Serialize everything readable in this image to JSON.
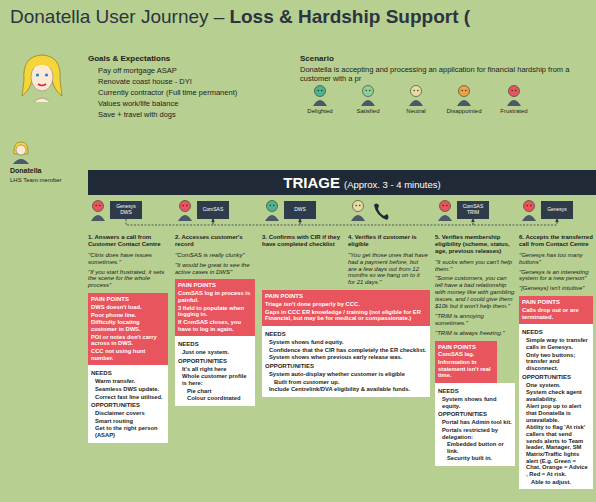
{
  "diagram": {
    "title": "Donatella User Journey –",
    "nodes": [
      {
        "text": [
          "TRIAGE",
          "(Approx. 3 - 4 minutes)"
        ]
      },
      {
        "text": [
          "Genesys DWS"
        ]
      },
      {
        "text": [
          "PAIN POINTS",
          "DWS doesn't load.",
          "Poor phone line.",
          "Difficulty locating customer in DWS.",
          "POI or notes don't carry across in DWS.",
          "CCC not using hunt number."
        ]
      },
      {
        "text": [
          "NEEDS",
          "Warm transfer.",
          "Seamless DWS update.",
          "Correct fast line utilised.",
          "OPPORTUNITIES",
          "Disclaimer covers",
          "Smart routing",
          "Get to the right person (ASAP)"
        ]
      },
      {
        "text": [
          "ComSAS"
        ]
      },
      {
        "text": [
          "PAIN POINTS",
          "ComSAS log in process is painful.",
          "3 field to populate when logging in.",
          "If ComSAS closes, you have to log in again."
        ]
      },
      {
        "text": [
          "NEEDS",
          "Just one system.",
          "OPPORTUNITIES",
          "It's all right here",
          "Whole customer profile is here:",
          "Pie chart",
          "Colour coordinated"
        ]
      },
      {
        "text": [
          "DWS"
        ]
      },
      {
        "text": [
          "PAIN POINTS",
          "Triage isn't done properly by CCC.",
          "Gaps in CCC ER knowledge / training (not eligible for ER Financial, but may be for medical or compassionate.)"
        ]
      },
      {
        "text": [
          "NEEDS",
          "System shows fund equity.",
          "Confidence that the CIR has completely the ER checklist.",
          "System shows when previous early release was.",
          "OPPORTUNITIES",
          "System auto-display whether customer is eligible",
          "Built from customer up.",
          "Include Centrelink/DVA eligibility & available funds."
        ]
      },
      {
        "text": [
          "ComSAS TRIM"
        ]
      },
      {
        "text": [
          "PAIN POINTS",
          "ComSAS lag.",
          "Information in statement isn't real time."
        ]
      },
      {
        "text": [
          "NEEDS",
          "System shows fund equity.",
          "OPPORTUNITIES",
          "Portal has Admin tool kit.",
          "Portals restricted by delegation:",
          "Embedded button or link.",
          "Security built in."
        ]
      },
      {
        "text": [
          "Genesys"
        ]
      },
      {
        "text": [
          "PAIN POINTS",
          "Calls drop out or are terminated."
        ]
      },
      {
        "text": [
          "NEEDS",
          "Simple way to transfer calls in Genesys.",
          "Only two buttons; transfer and disconnect.",
          "OPPORTUNITIES",
          "One system.",
          "System check agent availability.",
          "Alert pop up to alert that Donatella is unavailable.",
          "Ability to flag 'At risk' callers that send sends alerts to Team leader, Manager, SM Matrix/Traffic lights alert (E.g. Green = Chat, Orange = Advice , Red = At risk.",
          "Able to adjust."
        ]
      }
    ],
    "edges": [
      {
        "from": 1,
        "to": 4,
        "arrow": "to"
      },
      {
        "from": 4,
        "to": 7,
        "arrow": "to"
      },
      {
        "from": 7,
        "to": 10,
        "arrow": "to"
      },
      {
        "from": 10,
        "to": 13,
        "arrow": "to"
      }
    ],
    "labels": [
      "Loss & Hardship Support (",
      "Goals & Expectations",
      "Pay off mortgage ASAP",
      "Renovate coast house - DYI",
      "Currently contractor (Full time permanent)",
      "Values work/life balance",
      "Save + travel with dogs",
      "Scenario",
      "Donatella is accepting and processing an application for financial hardship from a customer with a pr",
      "Donatella",
      "LHS Team member",
      "1. Answers a call from Customer Contact Centre",
      "\"Citrix does have issues sometimes.\"",
      "\"If you start frustrated, it sets the scene for the whole process\"",
      "2. Accesses customer's record",
      "\"ComSAS is really clunky\"",
      "\"It would be great to see the active cases in DWS\"",
      "3. Confirms with CIR if they have completed checklist",
      "4. Verifies if customer is eligible",
      "\"You get those ones that have had a payment before, but are a few days out from 12 months so we hang on to it for 21 days.\"",
      "5. Verifies membership eligibility (scheme, status, age, previous releases)",
      "\"It sucks when you can't help them.\"",
      "\"Some customers, you can tell have a bad relationship with money like with gambling issues, and I could give them $10k but it won't help them.\"",
      "\"TRIM is annoying sometimes.\"",
      "\"TRIM is always freezing.\"",
      "6. Accepts the transferred call from Contact Centre",
      "\"Genesys has too many buttons\"",
      "\"Genesys is an interesting system for a new person\"",
      "\"[Genesys] isn't intuitive\""
    ],
    "legend": [
      {
        "text": "Delighted"
      },
      {
        "text": "Satisfied"
      },
      {
        "text": "Neutral"
      },
      {
        "text": "Disappointed"
      },
      {
        "text": "Frustrated"
      }
    ]
  }
}
